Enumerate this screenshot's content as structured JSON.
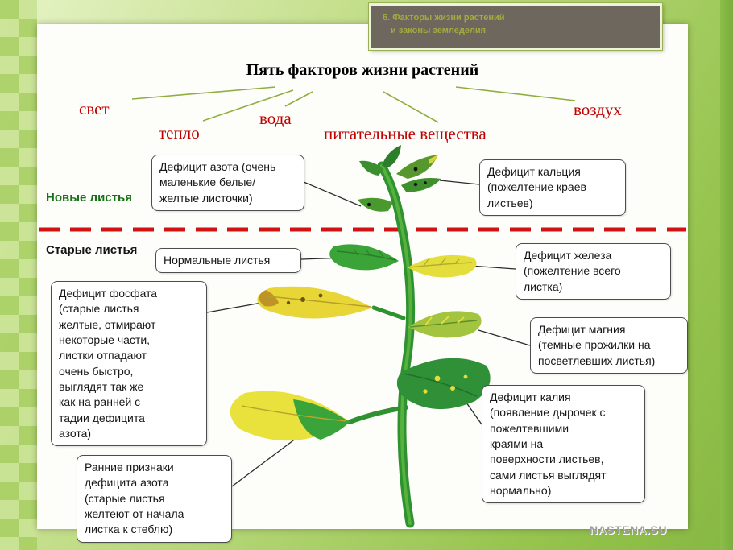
{
  "slide": {
    "header": {
      "line1": "6. Факторы жизни растений",
      "line2": "и законы земледелия"
    },
    "title": "Пять факторов жизни растений",
    "factors": [
      {
        "label": "свет"
      },
      {
        "label": "тепло"
      },
      {
        "label": "вода"
      },
      {
        "label": "питательные вещества"
      },
      {
        "label": "воздух"
      }
    ],
    "row_labels": {
      "new_leaves": "Новые листья",
      "old_leaves": "Старые листья"
    },
    "callouts": [
      {
        "name": "nitrogen-deficiency",
        "text": "Дефицит азота (очень\nмаленькие белые/\nжелтые листочки)"
      },
      {
        "name": "calcium-deficiency",
        "text": "Дефицит кальция\n(пожелтение краев\nлистьев)"
      },
      {
        "name": "normal-leaves",
        "text": "Нормальные листья"
      },
      {
        "name": "iron-deficiency",
        "text": "Дефицит железа\n(пожелтение всего\nлистка)"
      },
      {
        "name": "magnesium-deficiency",
        "text": "Дефицит магния\n(темные прожилки на\nпосветлевших листья)"
      },
      {
        "name": "phosphate-deficiency",
        "text": "Дефицит фосфата\n(старые листья\nжелтые, отмирают\nнекоторые части,\nлистки отпадают\nочень быстро,\nвыглядят так же\nкак на ранней с\nтадии дефицита\nазота)"
      },
      {
        "name": "potassium-deficiency",
        "text": "Дефицит калия\n(появление дырочек с\nпожелтевшими\nкраями на\nповерхности листьев,\nсами листья выглядят\nнормально)"
      },
      {
        "name": "early-nitrogen-signs",
        "text": "Ранние признаки\nдефицита азота\n(старые листья\nжелтеют от начала\nлистка к стеблю)"
      }
    ],
    "watermark": "NASTENA.SU",
    "colors": {
      "factor_text": "#c00000",
      "divider_line": "#cf1212",
      "new_leaves_label": "#177117",
      "frame_green": "#96c44e",
      "header_bg": "#6e675e",
      "header_text": "#a3aa3d"
    }
  }
}
